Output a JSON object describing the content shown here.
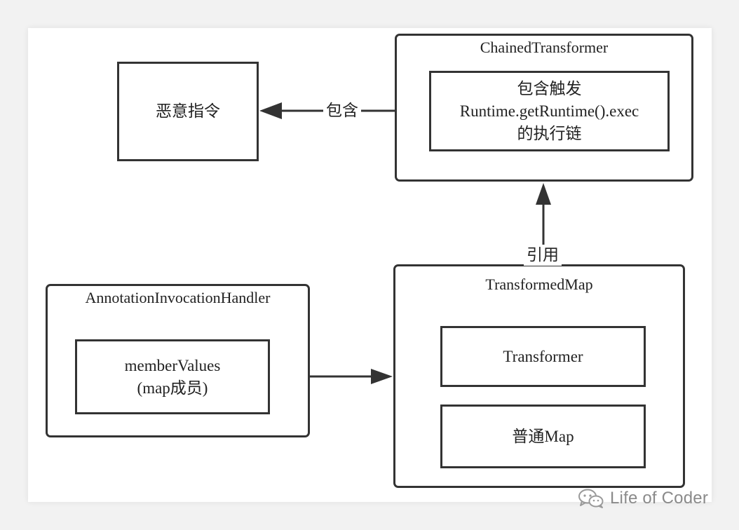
{
  "nodes": {
    "malicious_cmd": {
      "label": "恶意指令"
    },
    "chained_transformer": {
      "title": "ChainedTransformer",
      "inner": {
        "line1": "包含触发",
        "line2": "Runtime.getRuntime().exec",
        "line3": "的执行链"
      }
    },
    "annotation_handler": {
      "title": "AnnotationInvocationHandler",
      "inner": {
        "line1": "memberValues",
        "line2": "(map成员)"
      }
    },
    "transformed_map": {
      "title": "TransformedMap",
      "transformer": "Transformer",
      "plain_map": "普通Map"
    }
  },
  "edges": {
    "contains": "包含",
    "references": "引用"
  },
  "watermark": {
    "text": "Life of Coder",
    "icon": "wechat-icon"
  },
  "colors": {
    "stroke": "#333333",
    "background": "#ffffff",
    "page": "#f2f2f2",
    "watermark": "#8a8a8a"
  }
}
